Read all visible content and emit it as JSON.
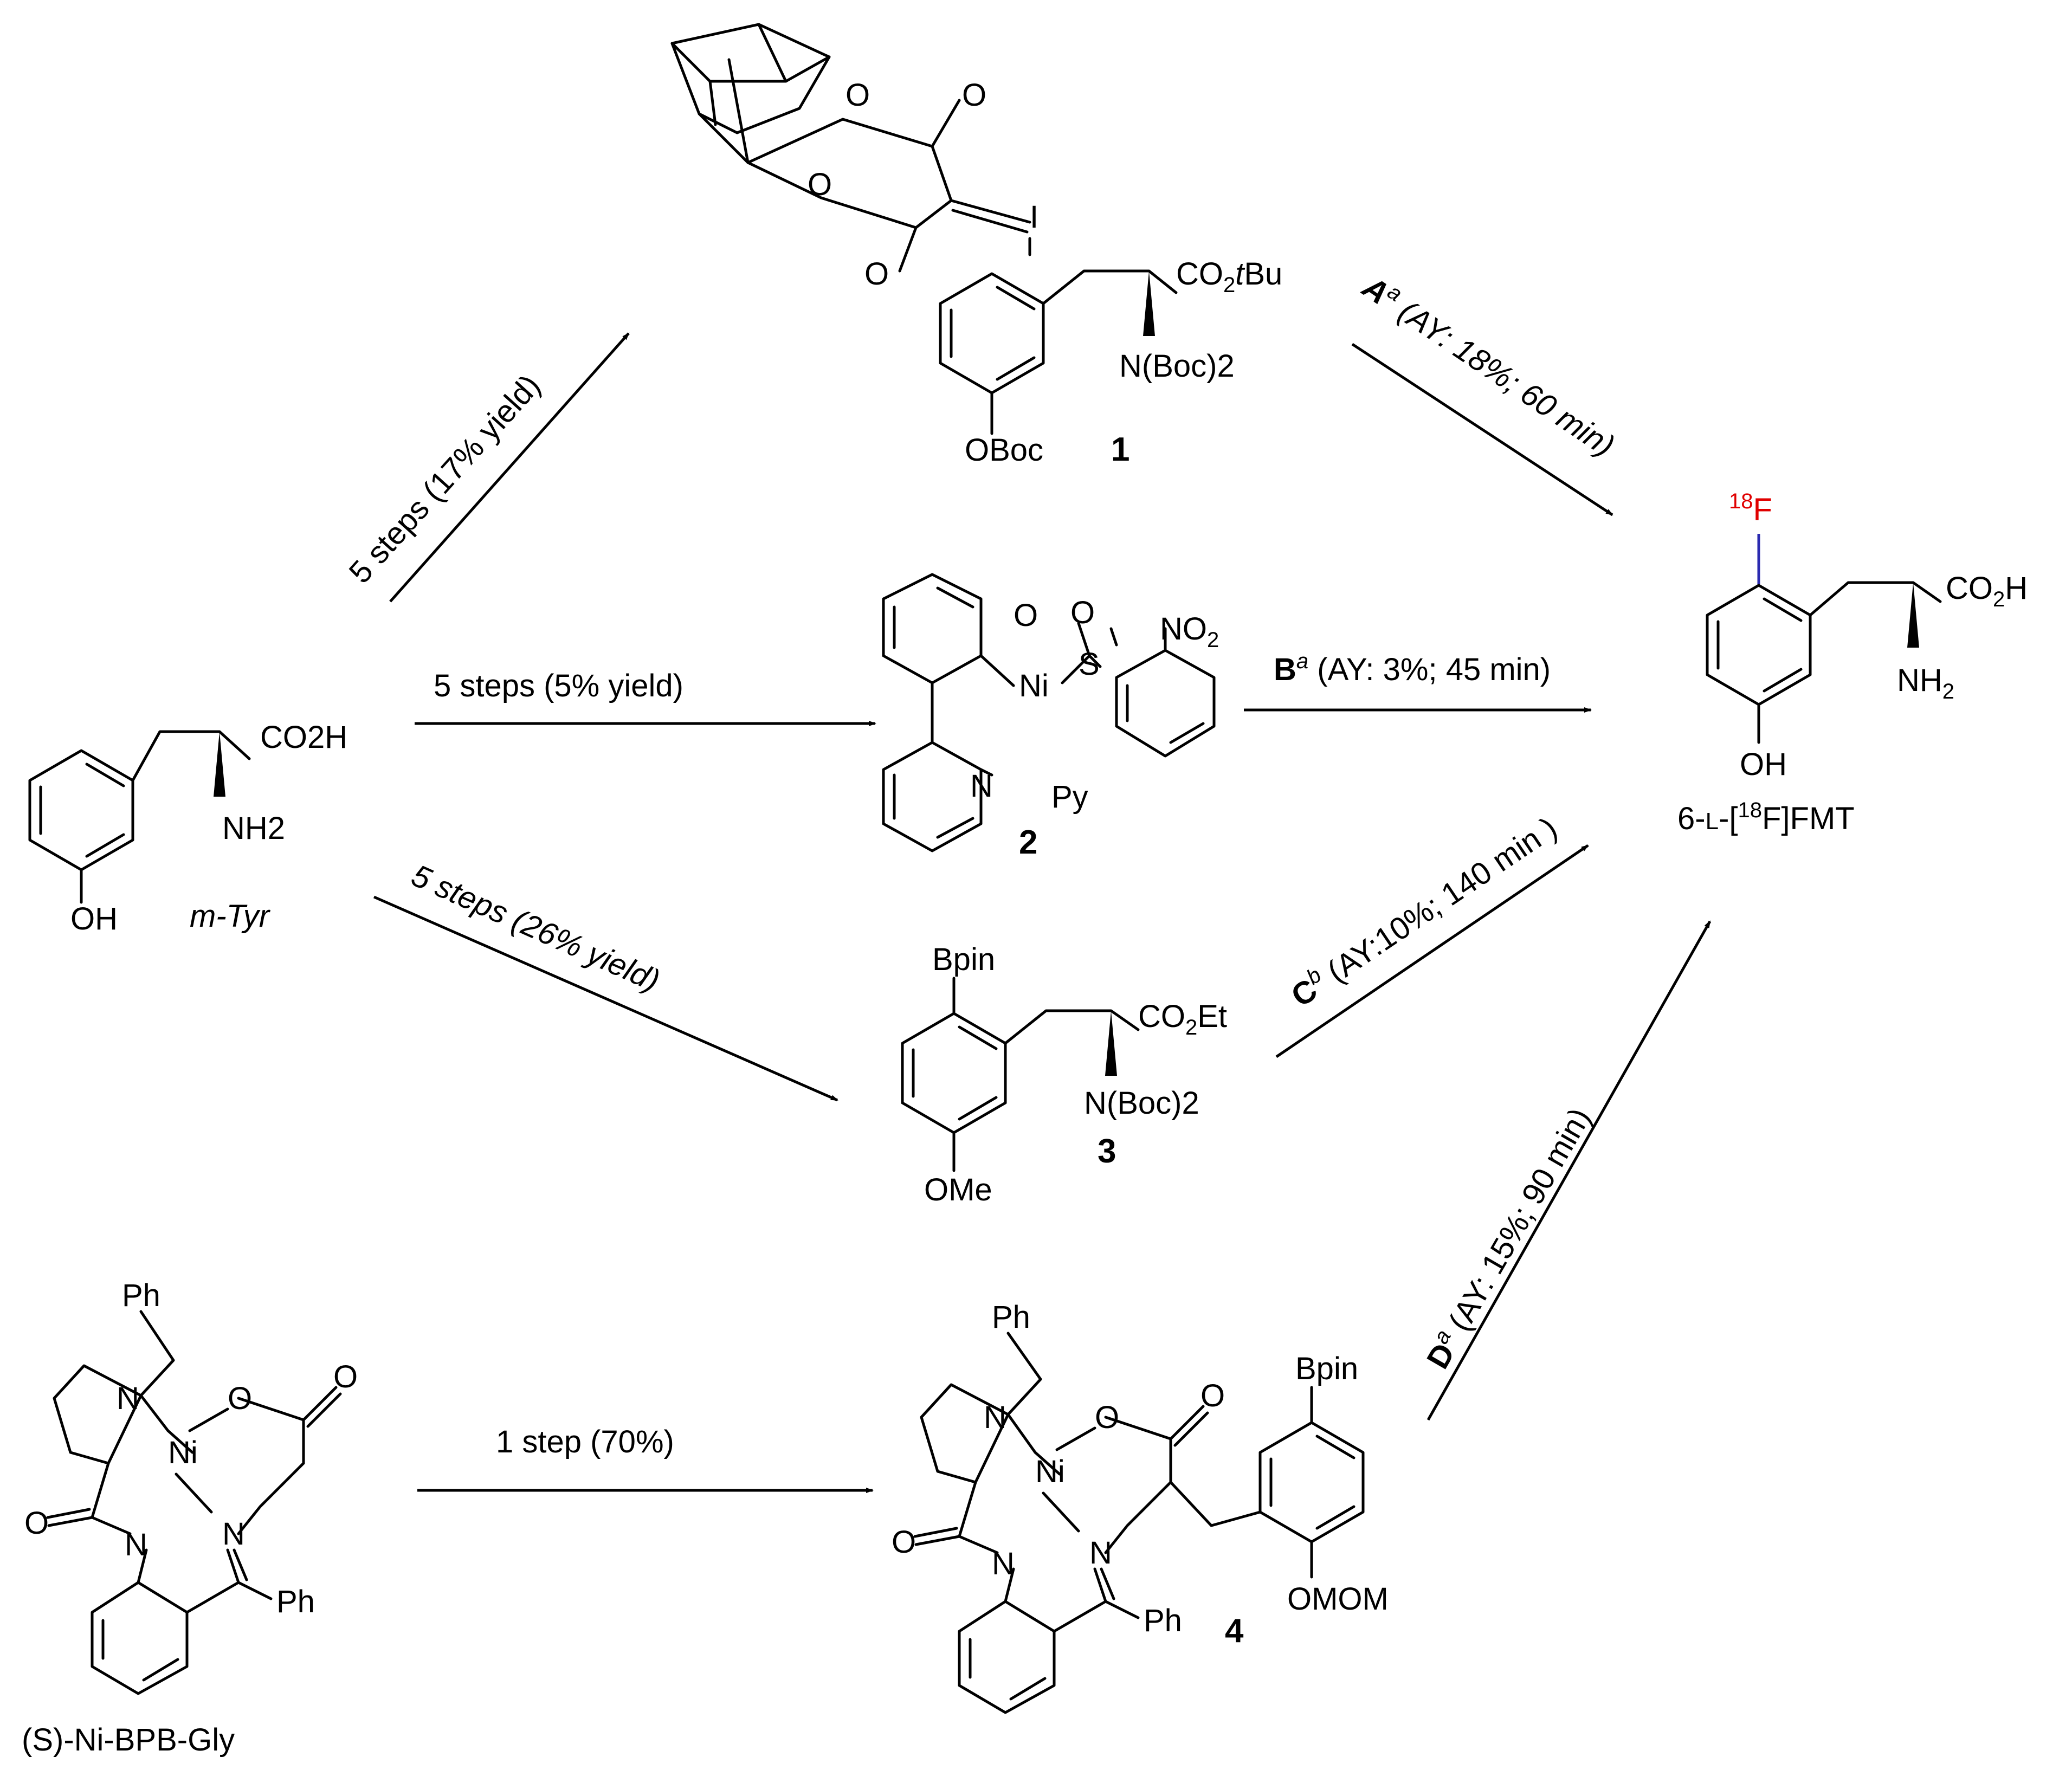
{
  "compounds": {
    "c1": {
      "number": "1",
      "substituents": {
        "ester": "CO2tBu",
        "amine": "N(Boc)2",
        "phenol": "OBoc",
        "iodo": "I"
      }
    },
    "c2": {
      "number": "2",
      "substituents": {
        "nitro": "NO2",
        "metal": "Ni",
        "ligand": "Py",
        "sulfur": "S",
        "nitrogen": "N"
      }
    },
    "c3": {
      "number": "3",
      "substituents": {
        "boron": "Bpin",
        "ester": "CO2Et",
        "amine": "N(Boc)2",
        "ether": "OMe"
      }
    },
    "c4": {
      "number": "4",
      "substituents": {
        "benzyl": "Ph",
        "metal": "Ni",
        "boron": "Bpin",
        "ether": "OMOM",
        "aryl": "Ph"
      }
    },
    "start_mtyr": {
      "name": "m-Tyr",
      "substituents": {
        "acid": "CO2H",
        "amine": "NH2",
        "phenol": "OH"
      }
    },
    "start_nibpb": {
      "name": "(S)-Ni-BPB-Gly",
      "substituents": {
        "benzyl": "Ph",
        "metal": "Ni",
        "aryl": "Ph"
      }
    },
    "product": {
      "name": "6-L-[18F]FMT",
      "substituents": {
        "fluoro": "18F",
        "acid": "CO2H",
        "amine": "NH2",
        "phenol": "OH"
      }
    }
  },
  "arrows": {
    "to_1": "5 steps (17% yield)",
    "to_2": "5 steps (5% yield)",
    "to_3": "5 steps (26% yield)",
    "to_4": "1 step (70%)",
    "route_A": "A^a (AY: 18%; 60 min)",
    "route_B": "B^a (AY: 3%; 45 min)",
    "route_C": "C^b (AY:10%; 140 min )",
    "route_D": "D^a (AY: 15%; 90 min)"
  },
  "colors": {
    "fluorine": "#e00000",
    "fluorine_bond": "#2a2ab0",
    "ink": "#000000"
  }
}
